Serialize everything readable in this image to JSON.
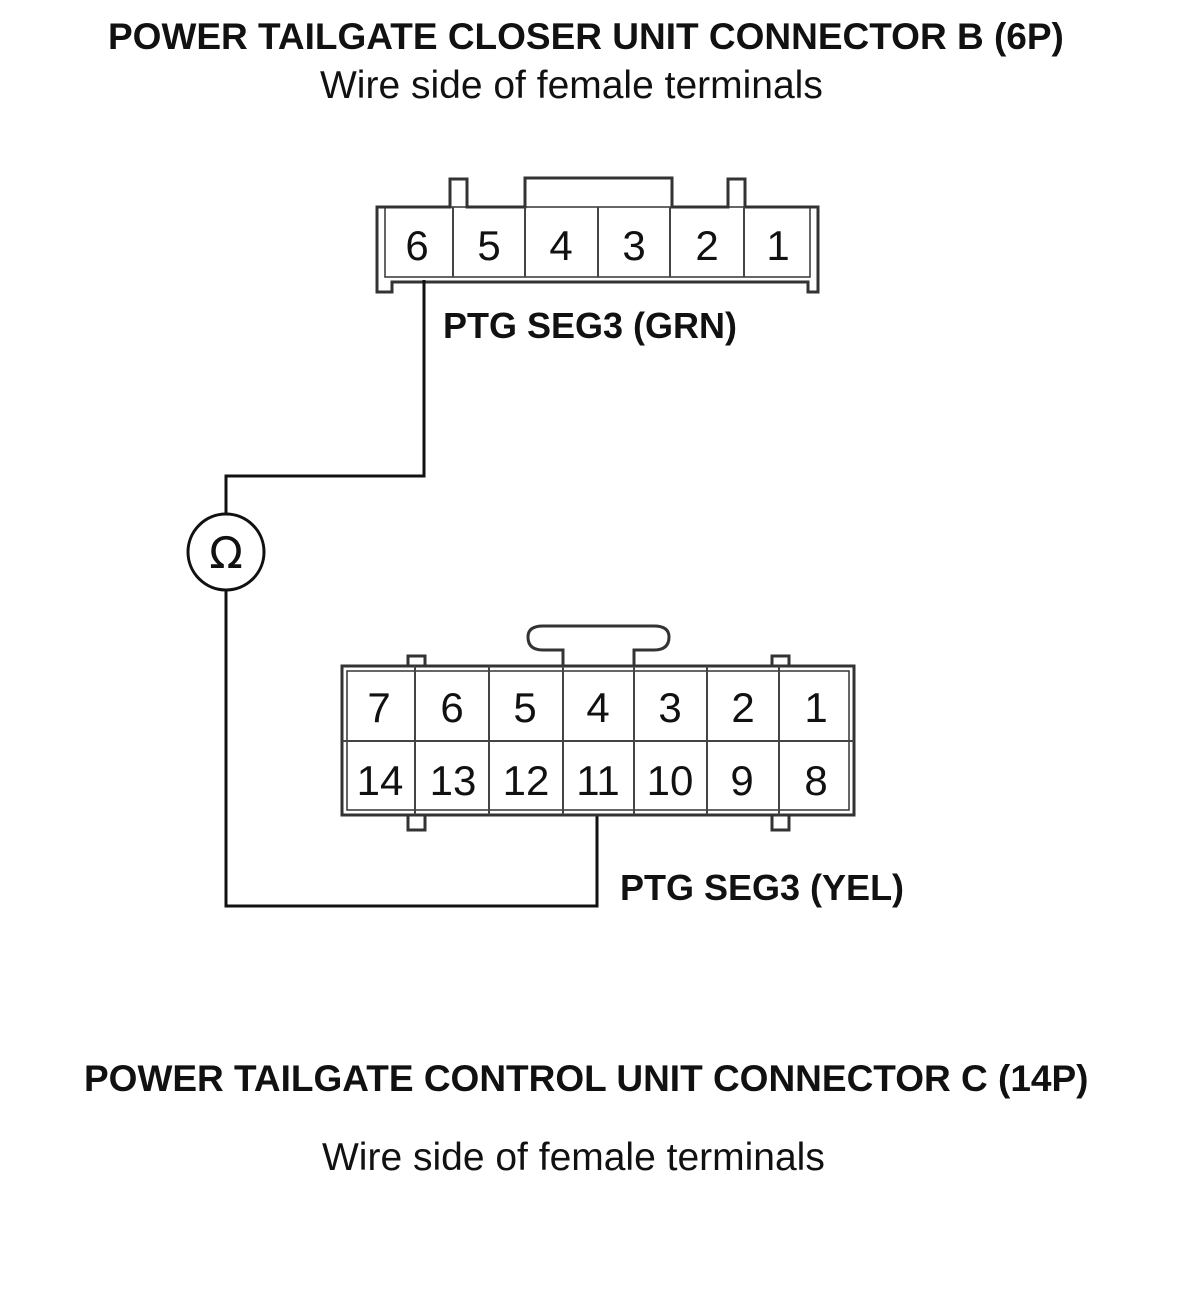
{
  "connector_b": {
    "title": "POWER TAILGATE CLOSER UNIT CONNECTOR B (6P)",
    "subtitle": "Wire side of female terminals",
    "pins": [
      "6",
      "5",
      "4",
      "3",
      "2",
      "1"
    ],
    "wire_label": "PTG SEG3 (GRN)"
  },
  "connector_c": {
    "title": "POWER TAILGATE CONTROL UNIT CONNECTOR C (14P)",
    "subtitle": "Wire side of female terminals",
    "pins_top": [
      "7",
      "6",
      "5",
      "4",
      "3",
      "2",
      "1"
    ],
    "pins_bottom": [
      "14",
      "13",
      "12",
      "11",
      "10",
      "9",
      "8"
    ],
    "wire_label": "PTG SEG3 (YEL)"
  },
  "meter": {
    "symbol": "Ω"
  }
}
